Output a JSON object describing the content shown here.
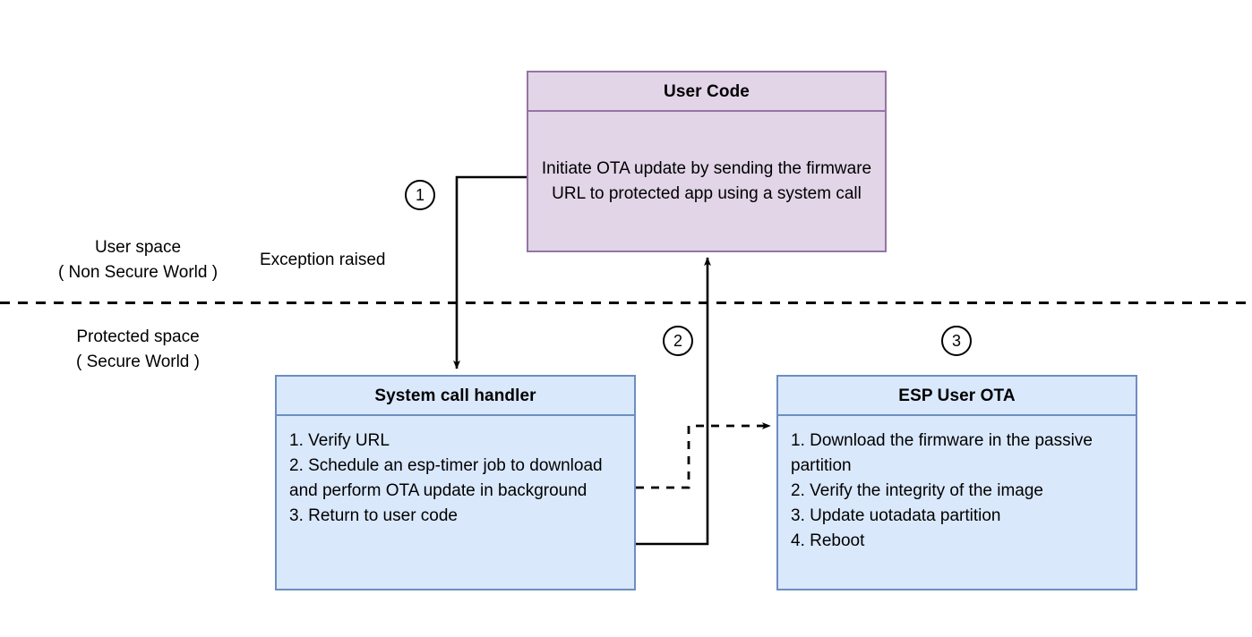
{
  "diagram": {
    "title_semantic": "esp-tee-user-ota-flow",
    "colors": {
      "purple_fill": "#e1d5e7",
      "purple_stroke": "#9673a6",
      "blue_fill": "#dae8fc",
      "blue_stroke": "#6c8ebf",
      "line": "#000000",
      "background": "#ffffff"
    },
    "zones": [
      {
        "id": "user-space",
        "label": "User space\n( Non Secure World )"
      },
      {
        "id": "protected-space",
        "label": "Protected space\n( Secure World )"
      }
    ],
    "divider": {
      "style": "dashed",
      "orientation": "horizontal"
    },
    "nodes": [
      {
        "id": "user-code",
        "title": "User Code",
        "body": "Initiate OTA update by sending the firmware URL to protected app using a system call",
        "fill": "#e1d5e7",
        "stroke": "#9673a6"
      },
      {
        "id": "system-call-handler",
        "title": "System call handler",
        "body": "1. Verify URL\n2. Schedule an esp-timer job to download and perform OTA update in background\n3. Return to user code",
        "fill": "#dae8fc",
        "stroke": "#6c8ebf"
      },
      {
        "id": "esp-user-ota",
        "title": "ESP User OTA",
        "body": "1. Download the firmware in the passive partition\n2. Verify the integrity of the image\n3. Update uotadata partition\n4. Reboot",
        "fill": "#dae8fc",
        "stroke": "#6c8ebf"
      }
    ],
    "edges": [
      {
        "id": "edge-1",
        "from": "user-code",
        "to": "system-call-handler",
        "style": "solid",
        "label": "Exception raised",
        "badge": "1"
      },
      {
        "id": "edge-2",
        "from": "system-call-handler",
        "to": "user-code",
        "style": "solid",
        "label": "",
        "badge": "2"
      },
      {
        "id": "edge-3",
        "from": "system-call-handler",
        "to": "esp-user-ota",
        "style": "dashed",
        "label": "",
        "badge": "3"
      }
    ],
    "badges": {
      "one": "1",
      "two": "2",
      "three": "3"
    }
  }
}
